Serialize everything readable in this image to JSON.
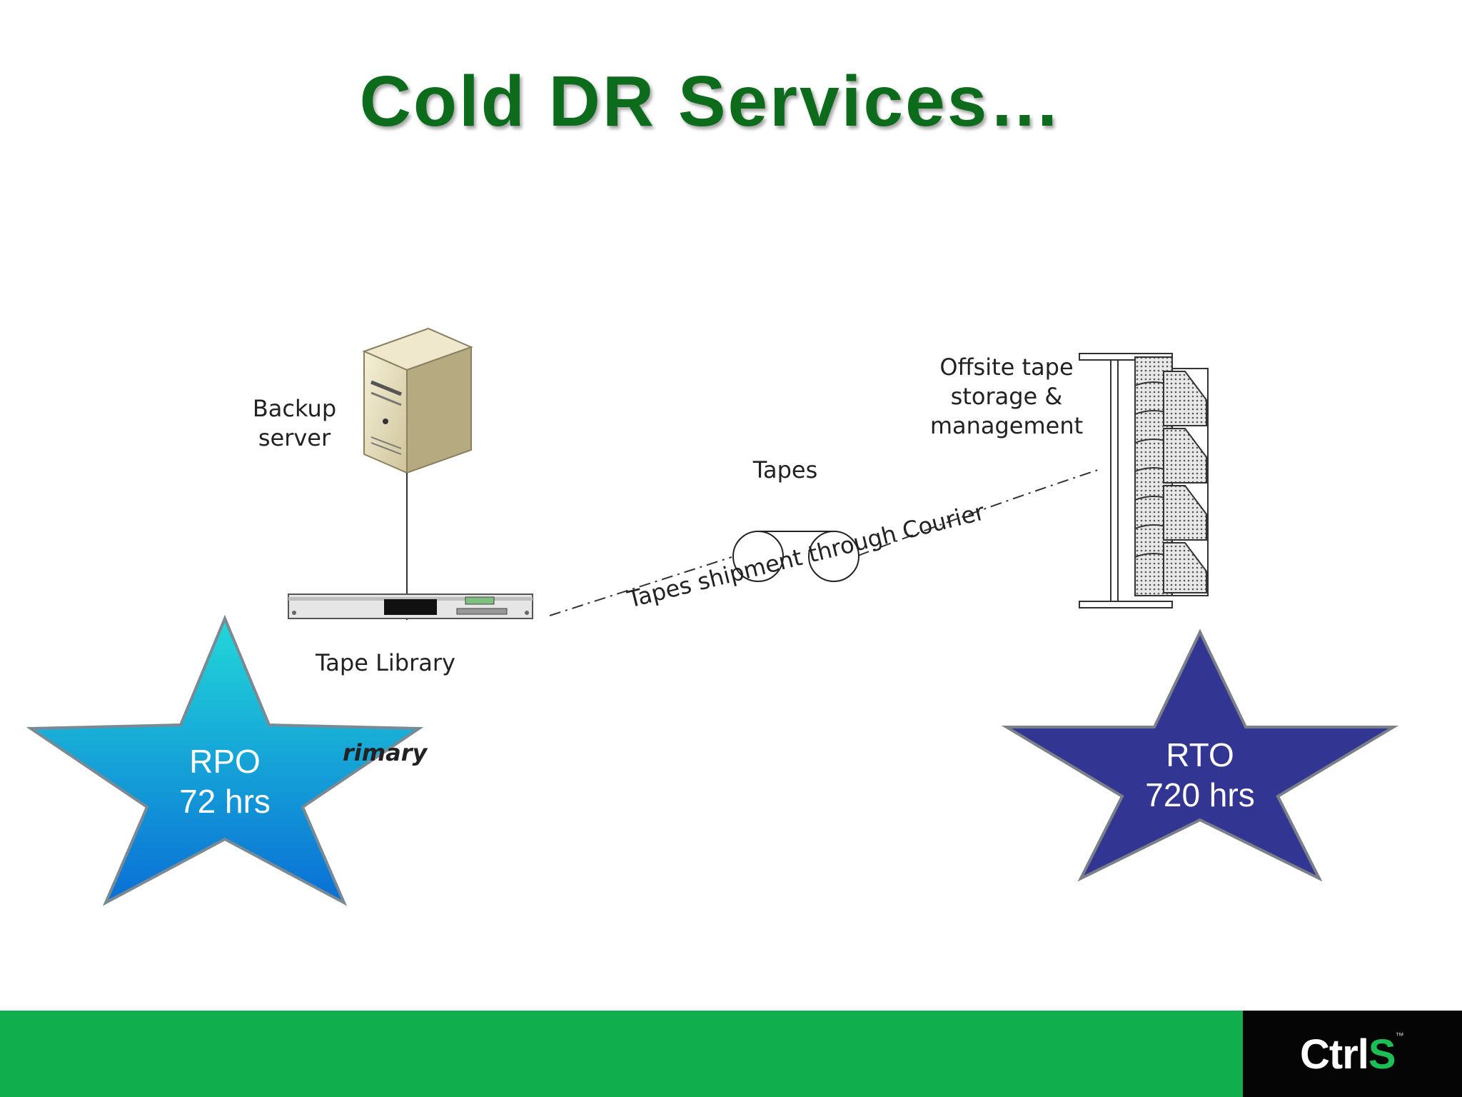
{
  "slide": {
    "title": "Cold DR Services…"
  },
  "diagram": {
    "backup_server_label": "Backup\nserver",
    "tape_library_label": "Tape Library",
    "primary_label": "rimary",
    "tapes_label": "Tapes",
    "shipment_label": "Tapes shipment through Courier",
    "offsite_label": "Offsite tape\nstorage &\nmanagement"
  },
  "rpo_star": {
    "text": "RPO\n72 hrs",
    "color_top": "#22d8d8",
    "color_bottom": "#0a6fd6"
  },
  "rto_star": {
    "text": "RTO\n720 hrs",
    "color": "#323592"
  },
  "footer": {
    "brand_ctrl": "Ctrl",
    "brand_s": "S",
    "trademark": "™",
    "bar_color": "#10ae4c"
  },
  "icons": [
    "server-tower-icon",
    "tape-library-icon",
    "tape-reels-icon",
    "offsite-rack-icon"
  ]
}
